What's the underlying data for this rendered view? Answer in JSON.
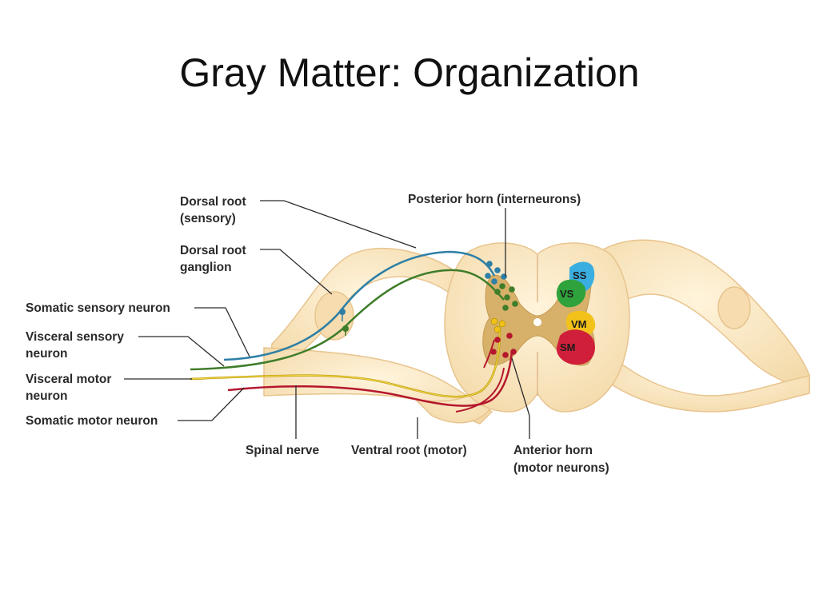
{
  "title": "Gray Matter: Organization",
  "labels": {
    "dorsal_root_line1": "Dorsal root",
    "dorsal_root_line2": "(sensory)",
    "ganglion_line1": "Dorsal root",
    "ganglion_line2": "ganglion",
    "somatic_sensory": "Somatic sensory neuron",
    "visceral_sensory_line1": "Visceral sensory",
    "visceral_sensory_line2": "neuron",
    "visceral_motor_line1": "Visceral motor",
    "visceral_motor_line2": "neuron",
    "somatic_motor": "Somatic motor neuron",
    "posterior_horn": "Posterior horn (interneurons)",
    "spinal_nerve": "Spinal nerve",
    "ventral_root": "Ventral root (motor)",
    "anterior_horn_line1": "Anterior horn",
    "anterior_horn_line2": "(motor neurons)"
  },
  "zones": {
    "ss": "SS",
    "vs": "VS",
    "vm": "VM",
    "sm": "SM"
  },
  "colors": {
    "tissue": "#f8e3bd",
    "tissue_edge": "#e8c48e",
    "gray_matter": "#d7b06a",
    "somatic_sensory": "#2d7fa6",
    "visceral_sensory": "#3f7d2a",
    "visceral_motor": "#e0b800",
    "somatic_motor": "#b5172d",
    "zone_ss": "#3aaee0",
    "zone_vs": "#2fa23c",
    "zone_vm": "#f2c21a",
    "zone_sm": "#d01f3a"
  }
}
